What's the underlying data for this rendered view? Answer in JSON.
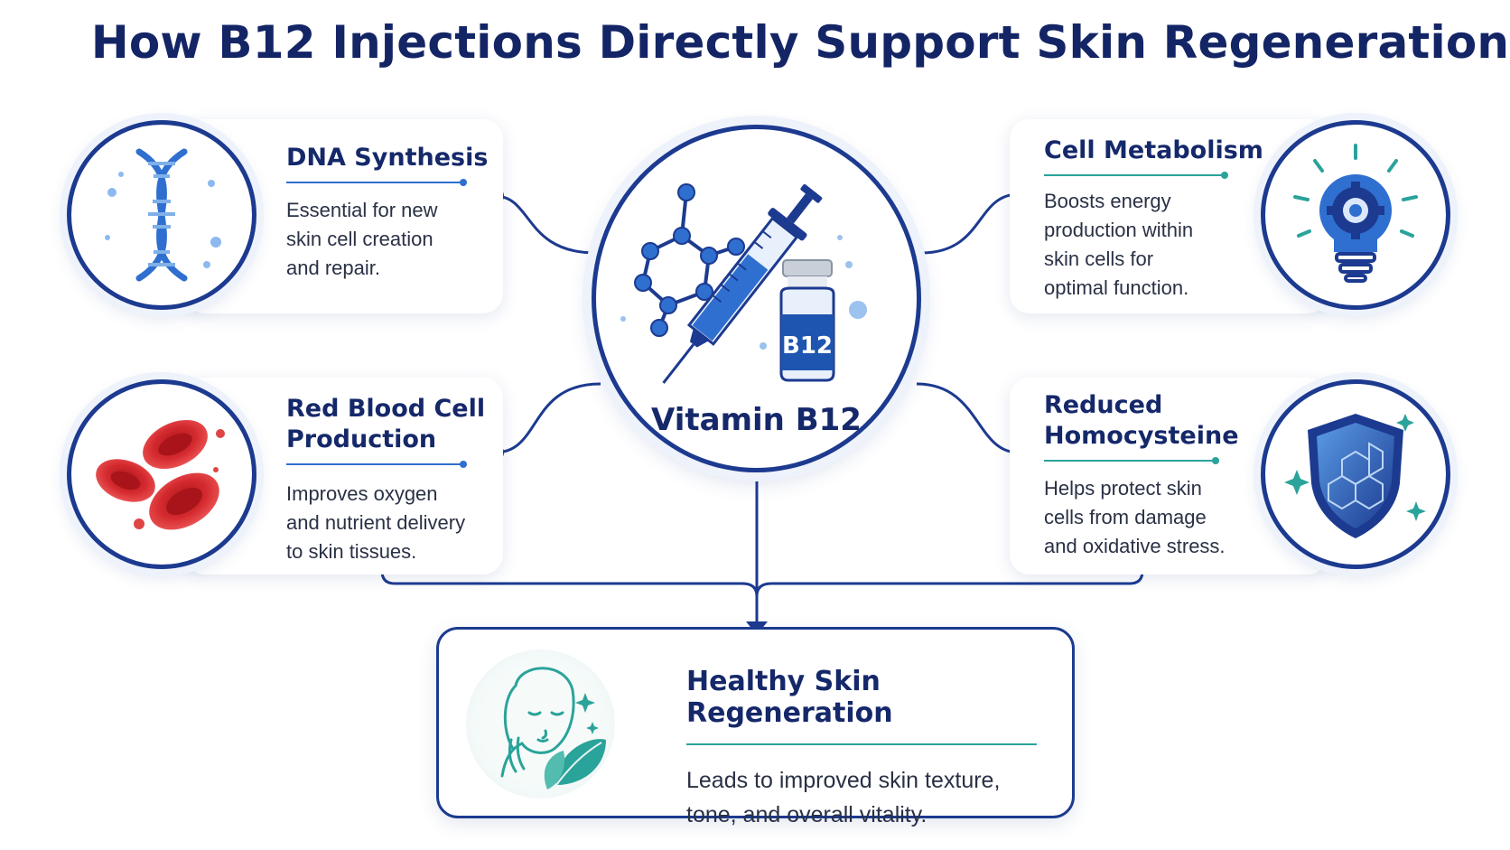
{
  "title": "How B12 Injections Directly Support Skin Regeneration",
  "center": {
    "label": "Vitamin B12",
    "vial_label": "B12"
  },
  "cards": {
    "dna": {
      "title": "DNA Synthesis",
      "text_lines": [
        "Essential for new",
        "skin cell creation",
        "and repair."
      ]
    },
    "rbc": {
      "title_lines": [
        "Red Blood Cell",
        "Production"
      ],
      "text_lines": [
        "Improves oxygen",
        "and nutrient delivery",
        "to skin tissues."
      ]
    },
    "metabolism": {
      "title": "Cell Metabolism",
      "text_lines": [
        "Boosts energy",
        "production within",
        "skin cells for",
        "optimal function."
      ]
    },
    "homocysteine": {
      "title_lines": [
        "Reduced",
        "Homocysteine"
      ],
      "text_lines": [
        "Helps protect skin",
        "cells from damage",
        "and oxidative stress."
      ]
    }
  },
  "outcome": {
    "title": "Healthy Skin Regeneration",
    "text_lines": [
      "Leads to improved skin texture,",
      "tone, and overall vitality."
    ]
  },
  "icons": {
    "dna": "dna-helix-icon",
    "rbc": "red-blood-cells-icon",
    "metabolism": "lightbulb-gear-icon",
    "homocysteine": "shield-icon",
    "center": "syringe-vial-molecule-icon",
    "outcome": "face-leaf-icon"
  },
  "colors": {
    "primary_navy": "#1c3a8f",
    "title_navy": "#142566",
    "accent_blue": "#2f6fd0",
    "rbc_red": "#d42a2f",
    "teal": "#2aa39a"
  }
}
